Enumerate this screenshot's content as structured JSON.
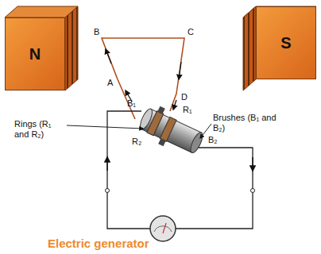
{
  "diagram": {
    "caption": "Electric generator",
    "nodes": [
      {
        "text": [
          "N"
        ]
      },
      {
        "text": [
          "S"
        ]
      }
    ],
    "labels": [
      "B",
      "C",
      "A",
      "D",
      "B₁",
      "R₁",
      "Rings (R₁ and R₂)",
      "R₂",
      "Brushes (B₁ and B₂)",
      "B₂"
    ]
  }
}
